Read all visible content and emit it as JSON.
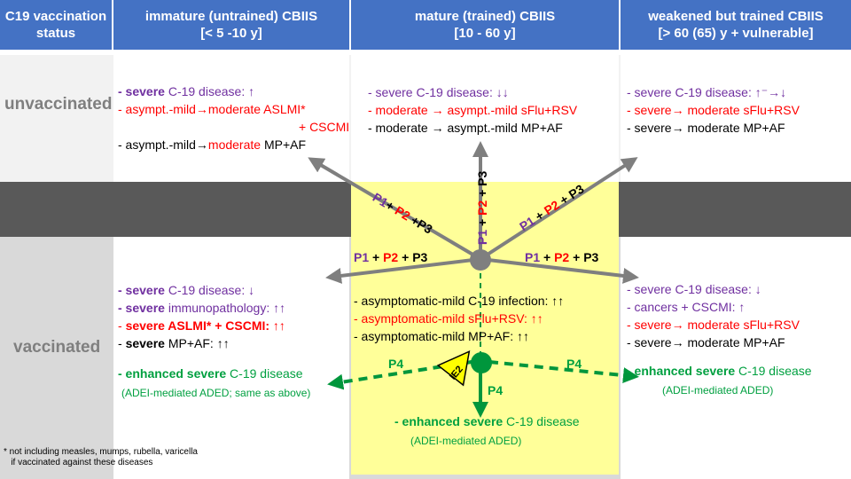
{
  "header": {
    "col0": [
      "C19 vaccination",
      "status"
    ],
    "col1": [
      "immature (untrained) CBIIS",
      "[< 5 -10 y]"
    ],
    "col2": [
      "mature (trained) CBIIS",
      "[10 - 60 y]"
    ],
    "col3": [
      "weakened but trained CBIIS",
      "[> 60 (65) y + vulnerable]"
    ]
  },
  "rows": {
    "unvaccinated": "unvaccinated",
    "vaccinated": "vaccinated"
  },
  "unvax": {
    "young": {
      "l1a": "- severe",
      "l1b": " C-19 disease: ↑",
      "l2": "- asympt.-mild→moderate ASLMI*",
      "l3": "+ CSCMI",
      "l4a": "- asympt.-mild→",
      "l4b": "moderate",
      "l4c": " MP+AF"
    },
    "mid": {
      "l1": "- severe C-19 disease: ↓↓",
      "l2a": "- moderate → asympt.-mild ",
      "l2b": "sFlu+RSV",
      "l3": "- moderate → asympt.-mild MP+AF"
    },
    "old": {
      "l1": "- severe C-19 disease: ↑⁻→↓",
      "l2": "- severe→ moderate sFlu+RSV",
      "l3": "- severe→ moderate MP+AF"
    }
  },
  "vax": {
    "young": {
      "l1a": "- severe",
      "l1b": " C-19 disease: ↓",
      "l2a": "- severe",
      "l2b": " immunopathology: ↑↑",
      "l3a": "- ",
      "l3b": "severe ASLMI* + CSCMI: ↑↑",
      "l4a": "- ",
      "l4b": "severe",
      "l4c": " MP+AF: ↑↑",
      "l5a": "- enhanced severe",
      "l5b": " C-19 disease",
      "l6": "(ADEI-mediated ADED; same as above)"
    },
    "mid": {
      "l1": "- asymptomatic-mild C-19 infection: ↑↑",
      "l2": "- asymptomatic-mild sFlu+RSV: ↑↑",
      "l3": "- asymptomatic-mild MP+AF: ↑↑",
      "l4a": "- enhanced severe",
      "l4b": " C-19 disease",
      "l5": "(ADEI-mediated ADED)"
    },
    "old": {
      "l1": "- severe C-19 disease: ↓",
      "l2": "- cancers + CSCMI: ↑",
      "l3": "- severe→ moderate sFlu+RSV",
      "l4": "- severe→ moderate MP+AF",
      "l5a": "- enhanced severe",
      "l5b": " C-19 disease",
      "l6": "(ADEI-mediated ADED)"
    }
  },
  "arrows": {
    "p1": "P1",
    "p2": "P2",
    "p3": "P3",
    "plus": "+",
    "p4": "P4",
    "ie2": "IE2"
  },
  "footnote": {
    "l1": "*  not including measles, mumps, rubella, varicella",
    "l2": "   if vaccinated against these diseases"
  },
  "colors": {
    "header": "#4472c4",
    "purple": "#7030a0",
    "red": "#ff0000",
    "green": "#00a040",
    "yellow": "#ffff99",
    "gray_arrow": "#7f7f7f"
  }
}
